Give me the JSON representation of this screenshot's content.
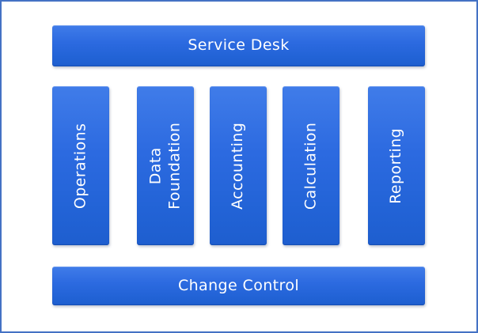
{
  "diagram": {
    "title_hint": "Service architecture block diagram",
    "top_bar": {
      "label": "Service Desk"
    },
    "columns": [
      {
        "label": "Operations"
      },
      {
        "label": "Data\nFoundation"
      },
      {
        "label": "Accounting"
      },
      {
        "label": "Calculation"
      },
      {
        "label": "Reporting"
      }
    ],
    "bottom_bar": {
      "label": "Change Control"
    }
  },
  "colors": {
    "frame_border": "#4472c4",
    "canvas_background": "#ffffff",
    "box_gradient_top": "#407ce9",
    "box_gradient_bottom": "#1e5ecf",
    "box_text": "#ffffff"
  }
}
